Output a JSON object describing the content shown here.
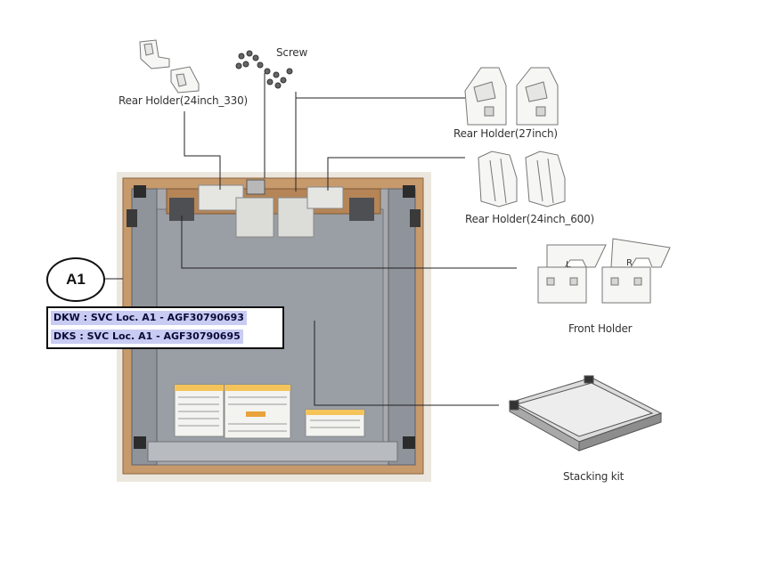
{
  "labels": {
    "screw": "Screw",
    "rear_holder_24_330": "Rear Holder(24inch_330)",
    "rear_holder_27": "Rear Holder(27inch)",
    "rear_holder_24_600": "Rear Holder(24inch_600)",
    "front_holder": "Front Holder",
    "stacking_kit": "Stacking kit",
    "front_holder_left_mark": "L",
    "front_holder_right_mark": "R"
  },
  "callout": {
    "badge": "A1",
    "rows": [
      "DKW : SVC Loc. A1 - AGF30790693",
      "DKS : SVC Loc. A1 - AGF30790695"
    ]
  },
  "colors": {
    "panel_gray": "#9a9ea5",
    "wood_frame": "#b98a5c",
    "callout_highlight": "#c9ccf2",
    "warning_label": "#f4c45a"
  }
}
